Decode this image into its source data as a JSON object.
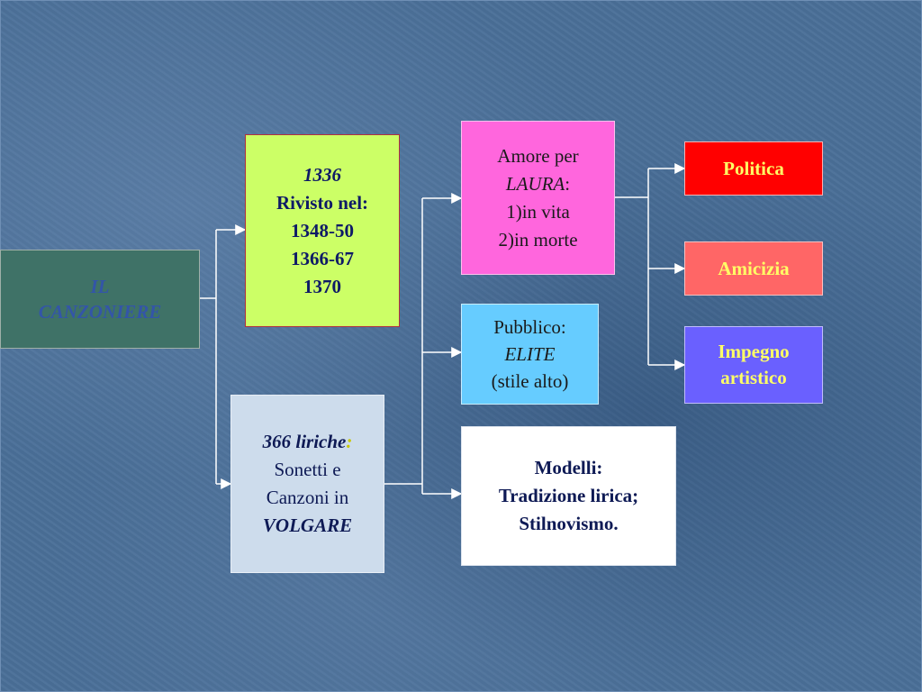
{
  "root": {
    "line1": "IL",
    "line2": "CANZONIERE"
  },
  "date_box": {
    "year": "1336",
    "revised_label": "Rivisto nel:",
    "dates": [
      "1348-50",
      "1366-67",
      "1370"
    ]
  },
  "lyrics_box": {
    "count": "366 liriche",
    "colon": ":",
    "line2": "Sonetti e",
    "line3": "Canzoni in",
    "language": "VOLGARE"
  },
  "love_box": {
    "line1": "Amore per",
    "name": "LAURA",
    "colon": ":",
    "items": [
      "1)in vita",
      "2)in morte"
    ]
  },
  "audience_box": {
    "label": "Pubblico:",
    "audience": "ELITE",
    "style": "(stile alto)"
  },
  "models_box": {
    "label": "Modelli:",
    "line2": "Tradizione lirica;",
    "line3": "Stilnovismo."
  },
  "themes": [
    {
      "label": "Politica"
    },
    {
      "label": "Amicizia"
    },
    {
      "label": "Impegno",
      "label2": "artistico"
    }
  ],
  "colors": {
    "root_bg": "#3f7267",
    "root_text": "#3355a8",
    "date_bg": "#ccff66",
    "date_text": "#0e1a66",
    "lyrics_bg": "#cddcec",
    "love_bg": "#ff66dd",
    "audience_bg": "#66ccff",
    "models_bg": "#ffffff",
    "politica_bg": "#ff0000",
    "politica_text": "#ffff66",
    "amicizia_bg": "#ff6666",
    "amicizia_text": "#ffff66",
    "impegno_bg": "#6a60ff",
    "impegno_text": "#ffff66",
    "connector": "#ffffff"
  }
}
